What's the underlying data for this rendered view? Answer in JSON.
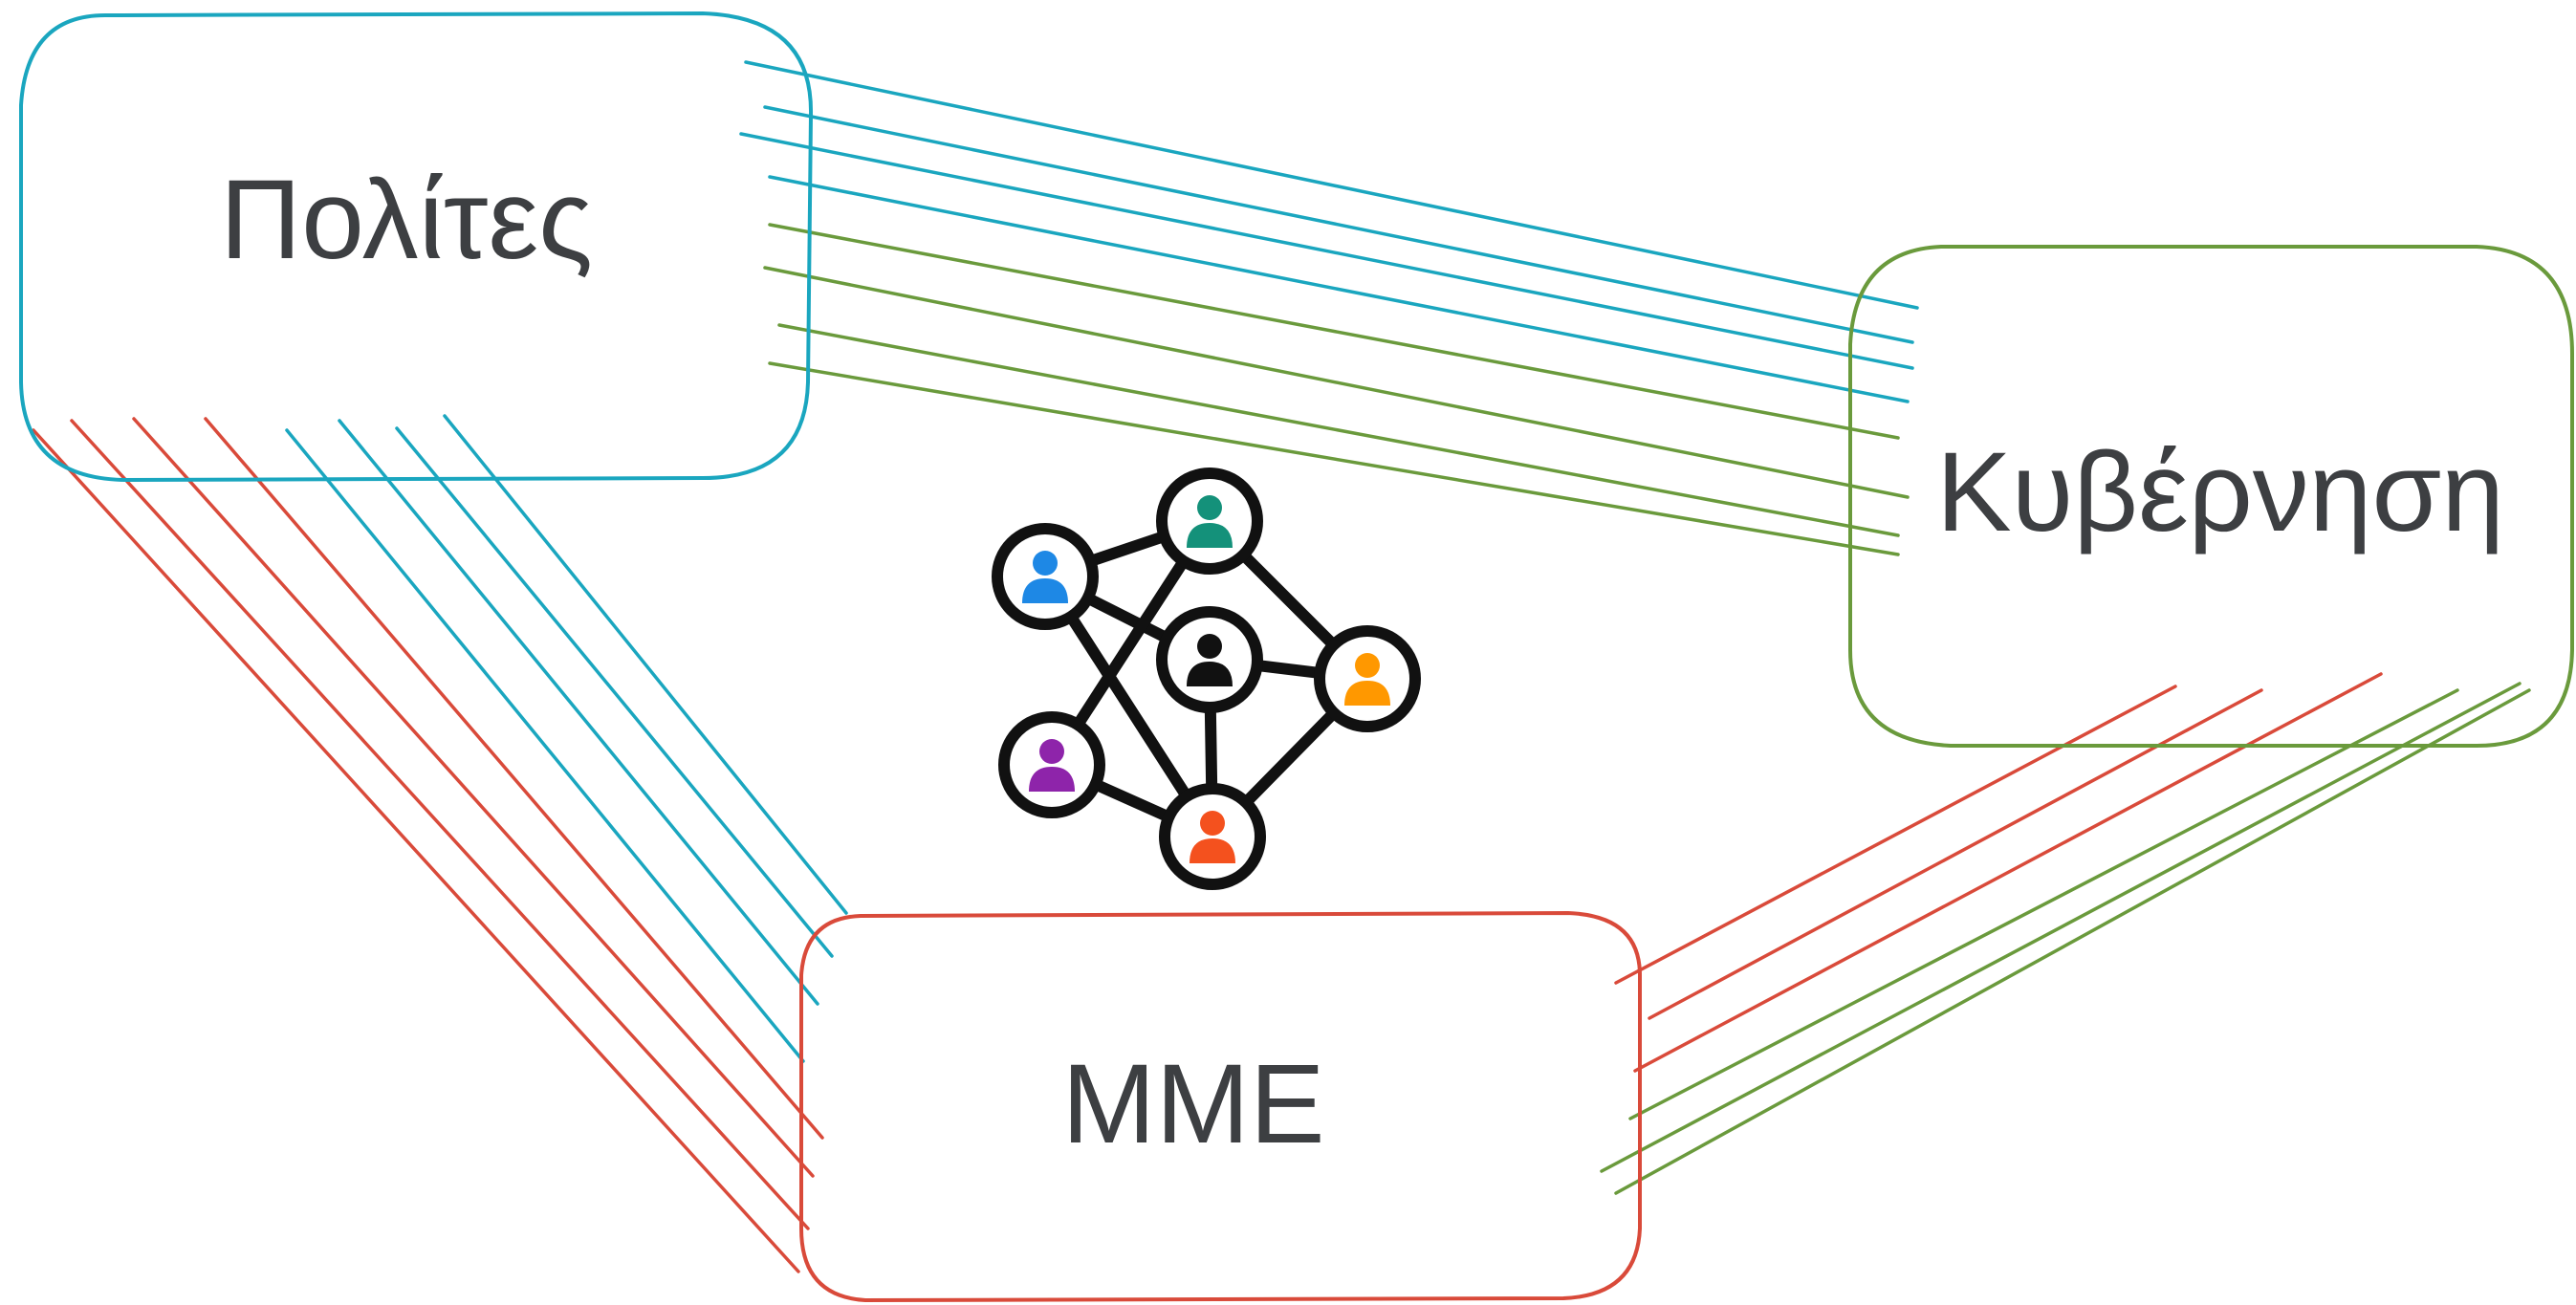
{
  "nodes": {
    "citizens": {
      "label": "Πολίτες",
      "color": "#1aa6bf"
    },
    "government": {
      "label": "Κυβέρνηση",
      "color": "#6a9a3c"
    },
    "media": {
      "label": "ΜΜΕ",
      "color": "#d94a3a"
    }
  },
  "center_icon": {
    "name": "social-network-icon",
    "person_colors": [
      "#14917a",
      "#1e88e5",
      "#111111",
      "#ff9800",
      "#8e24aa",
      "#f4511e"
    ]
  },
  "connector_colors": {
    "citizens": "#1aa6bf",
    "government": "#6a9a3c",
    "media": "#d94a3a"
  }
}
